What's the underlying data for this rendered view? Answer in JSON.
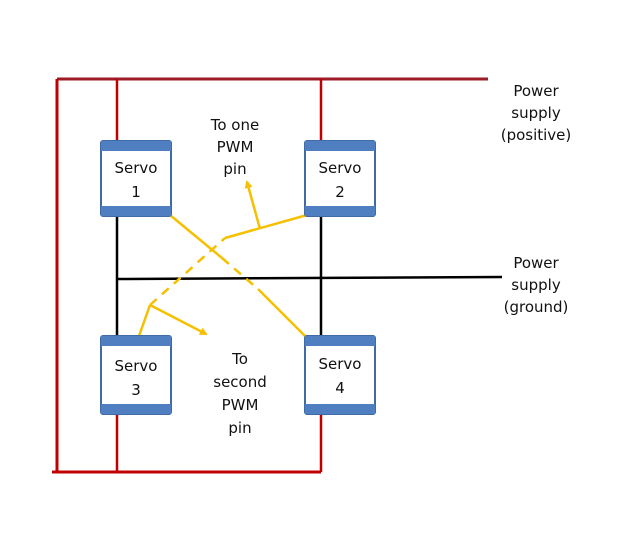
{
  "colors": {
    "power_positive": "#c00000",
    "power_positive_top": "#9b1b26",
    "ground": "#000000",
    "signal": "#f5c000",
    "servo_border": "#3f6aa6",
    "servo_band": "#4f7fc0",
    "servo_fill": "#ffffff"
  },
  "servos": [
    {
      "id": "servo-1",
      "line1": "Servo",
      "line2": "1"
    },
    {
      "id": "servo-2",
      "line1": "Servo",
      "line2": "2"
    },
    {
      "id": "servo-3",
      "line1": "Servo",
      "line2": "3"
    },
    {
      "id": "servo-4",
      "line1": "Servo",
      "line2": "4"
    }
  ],
  "labels": {
    "power_positive": [
      "Power",
      "supply",
      "(positive)"
    ],
    "power_ground": [
      "Power",
      "supply",
      "(ground)"
    ],
    "pwm_one": [
      "To one",
      "PWM",
      "pin"
    ],
    "pwm_second": [
      "To",
      "second",
      "PWM",
      "pin"
    ]
  }
}
